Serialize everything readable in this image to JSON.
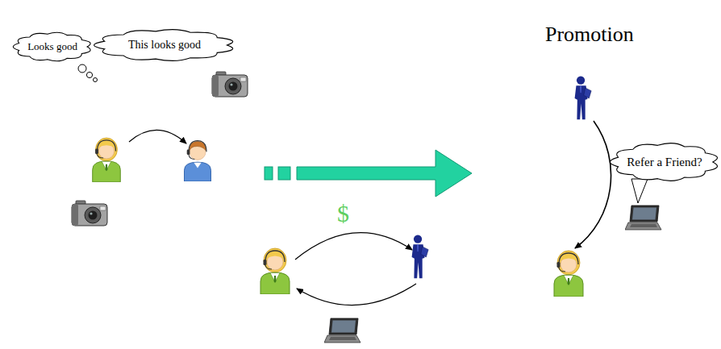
{
  "diagram": {
    "title": "Promotion",
    "nodes": [
      {
        "text": [
          "Looks good"
        ]
      },
      {
        "text": [
          "This looks good"
        ]
      },
      {
        "text": [
          "Refer a Friend?"
        ]
      }
    ],
    "labels": [
      "$"
    ]
  }
}
